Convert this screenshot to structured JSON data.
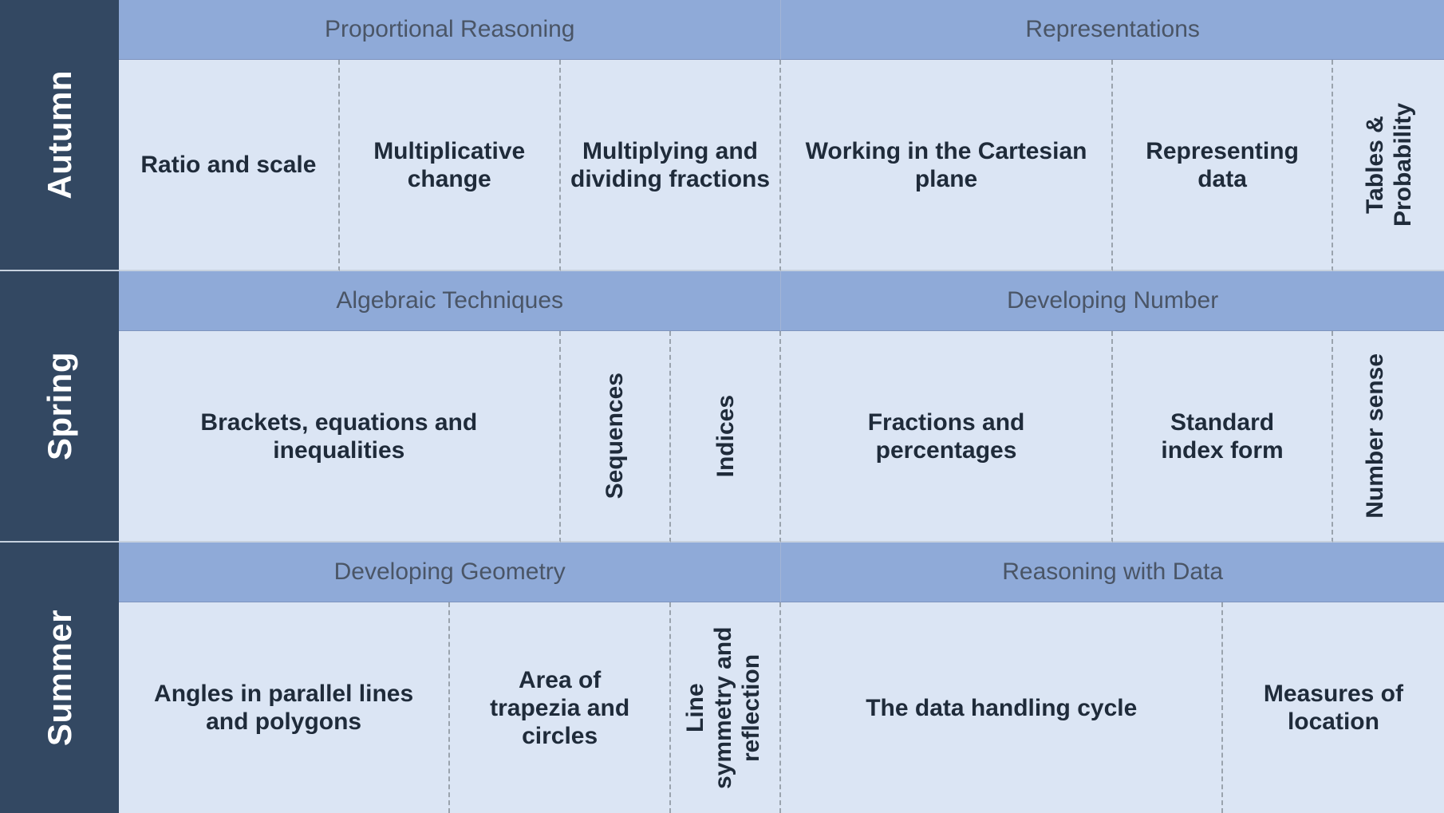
{
  "seasons": [
    "Autumn",
    "Spring",
    "Summer"
  ],
  "autumn": {
    "topics": [
      "Proportional Reasoning",
      "Representations"
    ],
    "units": [
      "Ratio and scale",
      "Multiplicative change",
      "Multiplying and dividing fractions",
      "Working in the Cartesian plane",
      "Representing data",
      "Tables & Probability"
    ]
  },
  "spring": {
    "topics": [
      "Algebraic Techniques",
      "Developing Number"
    ],
    "units": [
      "Brackets, equations and inequalities",
      "Sequences",
      "Indices",
      "Fractions and percentages",
      "Standard index form",
      "Number sense"
    ]
  },
  "summer": {
    "topics": [
      "Developing Geometry",
      "Reasoning with Data"
    ],
    "units": [
      "Angles in parallel lines and polygons",
      "Area of trapezia and circles",
      "Line symmetry and reflection",
      "The data handling cycle",
      "Measures of location"
    ]
  },
  "colors": {
    "season_bg": "#334862",
    "topic_bg": "#8faad8",
    "unit_bg": "#dbe5f4",
    "unit_text": "#1f2b3a",
    "topic_text": "#4a5566"
  }
}
